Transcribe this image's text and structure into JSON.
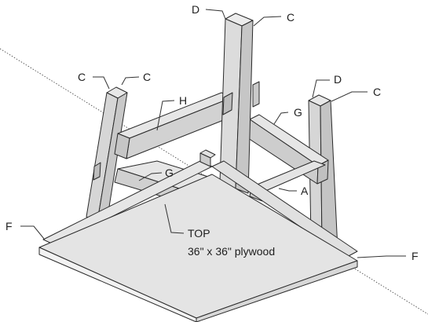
{
  "labels": {
    "d_top": "D",
    "c_top": "C",
    "c_left_a": "C",
    "c_left_b": "C",
    "h": "H",
    "g_upper": "G",
    "d_right": "D",
    "c_right": "C",
    "g_lower": "G",
    "a": "A",
    "f_left": "F",
    "f_right": "F",
    "top_title": "TOP",
    "top_spec": "36\" x 36\" plywood"
  },
  "colors": {
    "face_light": "#e8e8e8",
    "face_mid": "#d6d6d6",
    "face_dark": "#c2c2c2",
    "plywood_top": "#e4e4e4",
    "plywood_edge": "#f2f2f2",
    "outline": "#2a2a2a",
    "axis_line": "#3a3a3a"
  }
}
